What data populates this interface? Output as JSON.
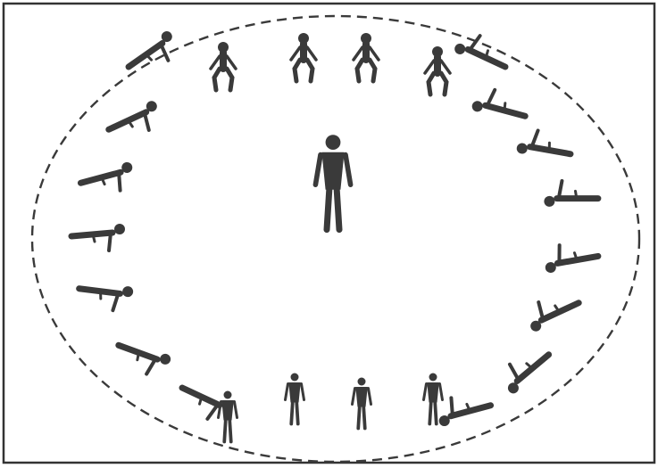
{
  "colors": {
    "ink": "#3a3a3a",
    "border": "#333333",
    "paper": "#ffffff"
  },
  "figures": [
    {
      "name": "figure-1",
      "pose": "push-up"
    },
    {
      "name": "figure-2",
      "pose": "push-up"
    },
    {
      "name": "figure-3",
      "pose": "push-up"
    },
    {
      "name": "figure-4",
      "pose": "push-up"
    },
    {
      "name": "figure-5",
      "pose": "push-up"
    },
    {
      "name": "figure-6",
      "pose": "squat"
    },
    {
      "name": "figure-7",
      "pose": "squat"
    },
    {
      "name": "figure-8",
      "pose": "squat"
    },
    {
      "name": "figure-9",
      "pose": "squat"
    },
    {
      "name": "figure-10",
      "pose": "push-up"
    },
    {
      "name": "figure-11",
      "pose": "push-up"
    },
    {
      "name": "figure-12",
      "pose": "push-up"
    },
    {
      "name": "figure-13",
      "pose": "push-up"
    },
    {
      "name": "figure-14",
      "pose": "push-up"
    },
    {
      "name": "figure-15",
      "pose": "push-up"
    },
    {
      "name": "figure-16",
      "pose": "push-up"
    },
    {
      "name": "figure-17",
      "pose": "push-up"
    },
    {
      "name": "figure-18",
      "pose": "standing"
    },
    {
      "name": "figure-19",
      "pose": "standing"
    },
    {
      "name": "figure-20",
      "pose": "standing"
    },
    {
      "name": "figure-21",
      "pose": "standing"
    },
    {
      "name": "figure-22",
      "pose": "push-up"
    },
    {
      "name": "figure-23",
      "pose": "push-up"
    }
  ],
  "center_figure": {
    "name": "center-standing-figure",
    "pose": "standing"
  }
}
